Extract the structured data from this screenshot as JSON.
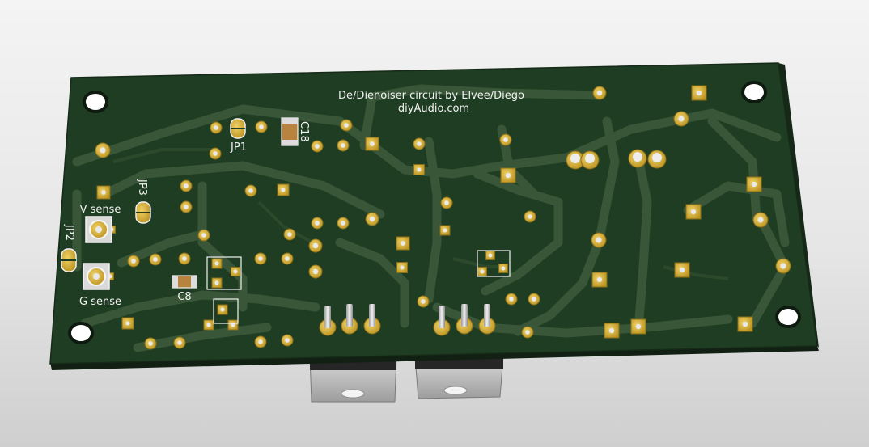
{
  "board": {
    "title": "De/Dienoiser circuit by Elvee/Diego",
    "subtitle": "diyAudio.com",
    "labels": {
      "jp1": "JP1",
      "jp2": "JP2",
      "jp3": "JP3",
      "c18": "C18",
      "c8": "C8",
      "v_sense": "V sense",
      "g_sense": "G sense"
    }
  },
  "colors": {
    "pcb": "#1f3d22",
    "pcb_edge": "#152a17",
    "trace": "#3e5a3c",
    "pad": "#d4b13a",
    "silkscreen": "#f2f2f2",
    "heatsink": "#c9c9c9"
  }
}
